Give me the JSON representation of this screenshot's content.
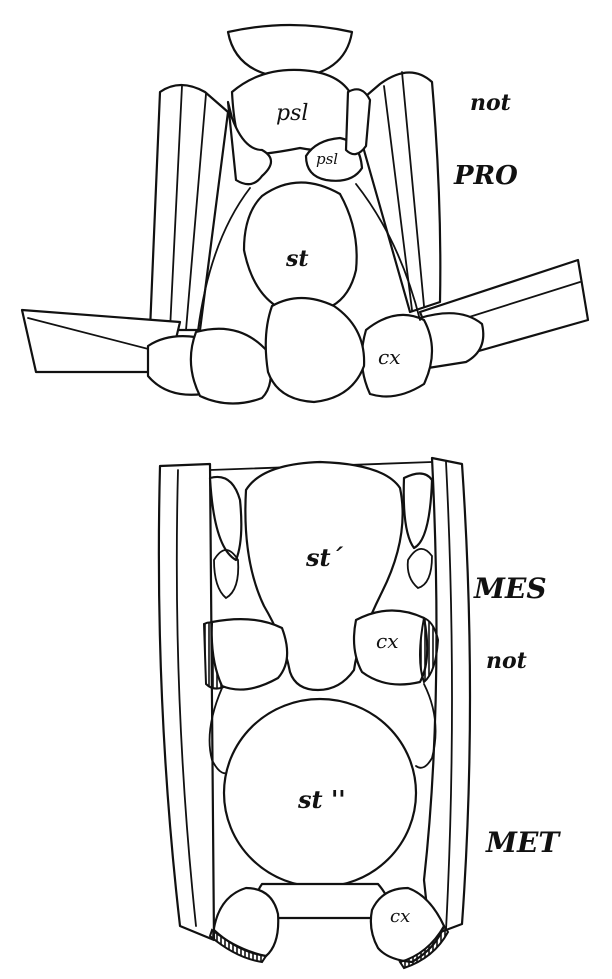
{
  "labels": {
    "psl_1": "psl",
    "psl_2": "psl",
    "not_1": "not",
    "pro": "PRO",
    "st_1": "st",
    "cx_1": "cx",
    "st_2": "st´",
    "mes": "MES",
    "cx_2": "cx",
    "not_2": "not",
    "st_3": "st ''",
    "met": "MET",
    "cx_3": "cx"
  },
  "colors": {
    "ink": "#111111",
    "paper": "#ffffff"
  }
}
